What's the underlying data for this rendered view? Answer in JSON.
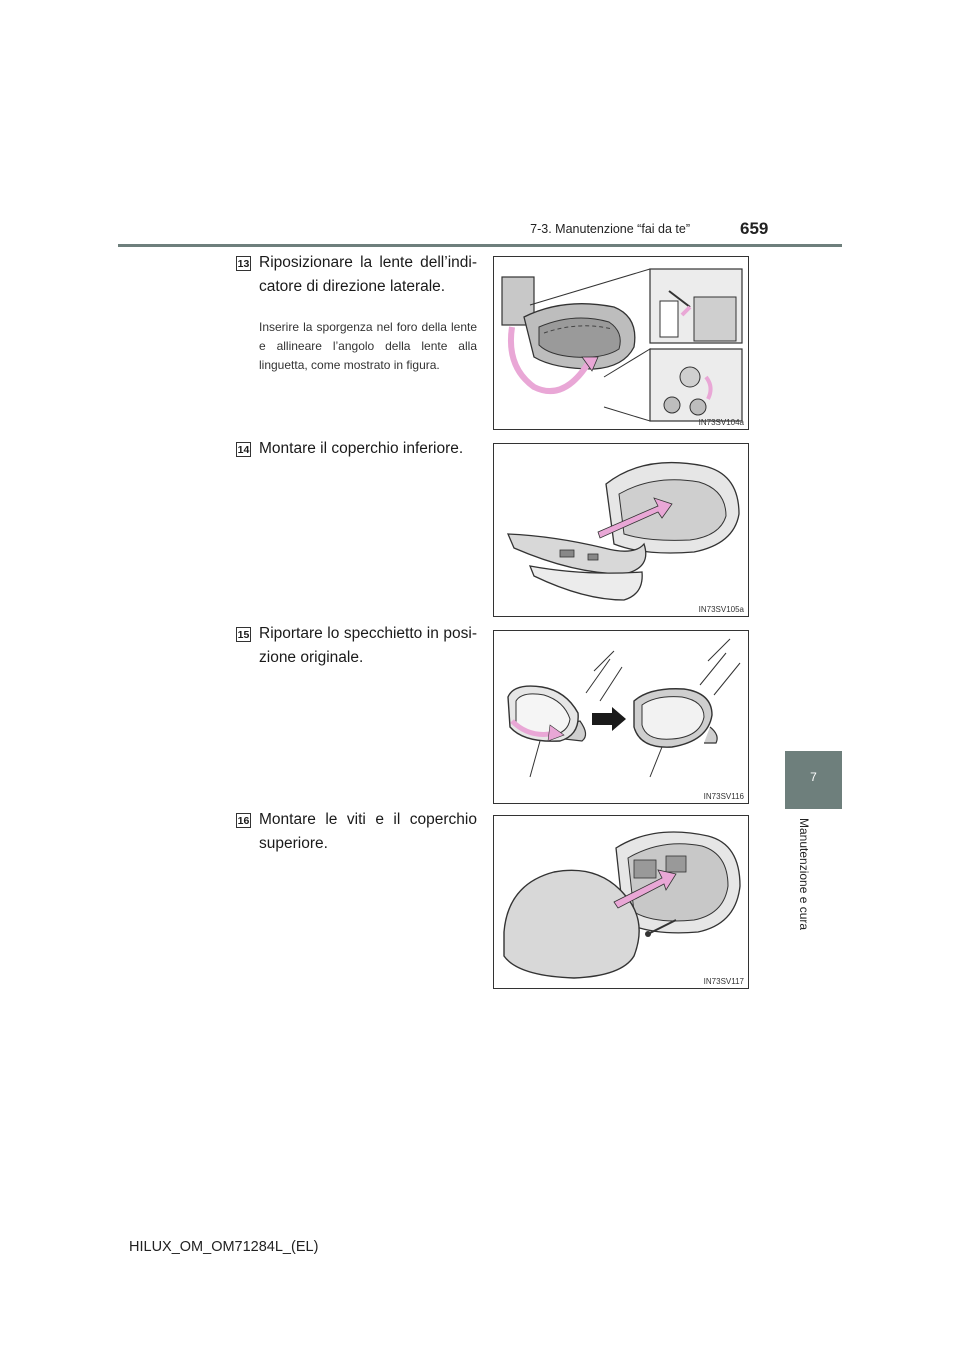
{
  "header": {
    "section": "7-3. Manutenzione “fai da te”",
    "page_number": "659"
  },
  "side_tab": {
    "chapter_number": "7",
    "chapter_title": "Manutenzione e cura"
  },
  "steps": [
    {
      "number": "13",
      "title": "Riposizionare la lente dell’indi-catore di direzione laterale.",
      "note": "Inserire la sporgenza nel foro della lente e allineare l’angolo della lente alla linguetta, come mostrato in figura.",
      "figure_code": "IN73SV104a"
    },
    {
      "number": "14",
      "title": "Montare il coperchio inferiore.",
      "figure_code": "IN73SV105a"
    },
    {
      "number": "15",
      "title": "Riportare lo specchietto in posi-zione originale.",
      "figure_code": "IN73SV116"
    },
    {
      "number": "16",
      "title": "Montare le viti e il coperchio superiore.",
      "figure_code": "IN73SV117"
    }
  ],
  "footer": {
    "doc_code": "HILUX_OM_OM71284L_(EL)"
  },
  "colors": {
    "tab_gray": "#6e7f7c",
    "arrow_pink": "#e9a7d6"
  }
}
